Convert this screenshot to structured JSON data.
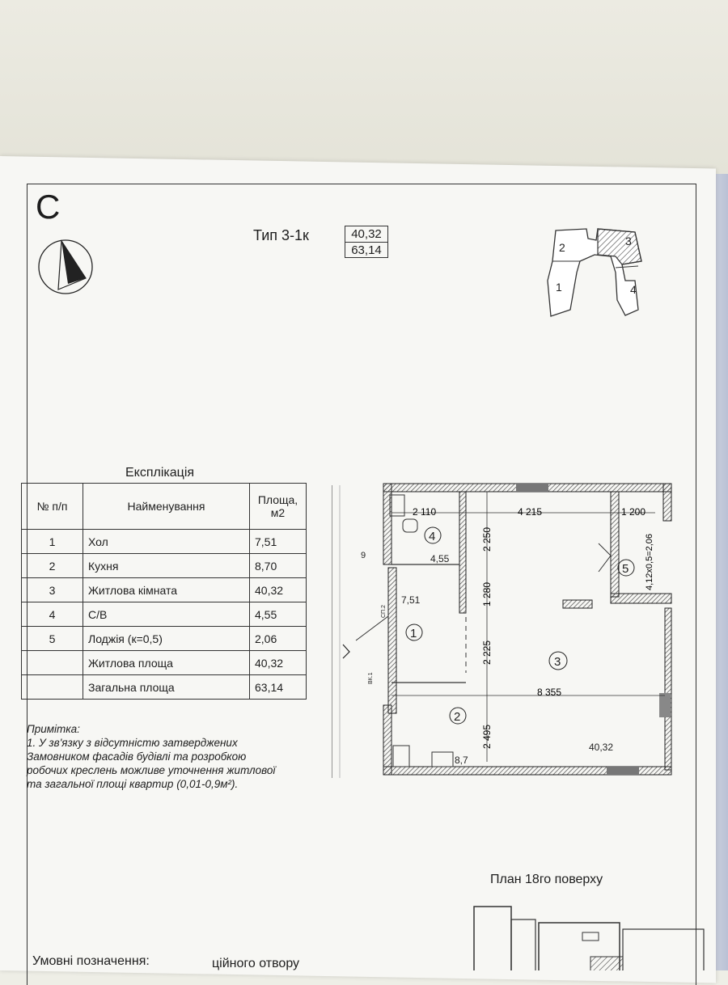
{
  "header": {
    "section_letter": "С",
    "type_label": "Тип 3-1к",
    "area_living": "40,32",
    "area_total": "63,14"
  },
  "key_plan": {
    "sections": [
      "1",
      "2",
      "3",
      "4"
    ]
  },
  "explication": {
    "title": "Експлікація",
    "headers": [
      "№ п/п",
      "Найменування",
      "Площа,",
      "м2"
    ],
    "rows": [
      {
        "num": "1",
        "name": "Хол",
        "area": "7,51"
      },
      {
        "num": "2",
        "name": "Кухня",
        "area": "8,70"
      },
      {
        "num": "3",
        "name": "Житлова кімната",
        "area": "40,32"
      },
      {
        "num": "4",
        "name": "С/В",
        "area": "4,55"
      },
      {
        "num": "5",
        "name": "Лоджія (к=0,5)",
        "area": "2,06"
      },
      {
        "num": "",
        "name": "Житлова площа",
        "area": "40,32"
      },
      {
        "num": "",
        "name": "Загальна площа",
        "area": "63,14"
      }
    ]
  },
  "note": {
    "title": "Примітка:",
    "lines": [
      "1. У зв'язку з відсутністю затверджених",
      "Замовником фасадів будівлі та розробкою",
      "робочих креслень можливе уточнення житлової",
      "та загальної площі квартир (0,01-0,9м²)."
    ]
  },
  "plan": {
    "dims": [
      "2 110",
      "4 215",
      "1 200",
      "2 250",
      "1 280",
      "2 225",
      "2 495",
      "8 355",
      "4,12x0,5=2,06"
    ],
    "room_labels": [
      "1",
      "2",
      "3",
      "4",
      "5"
    ],
    "area_labels": [
      "4,55",
      "7,51",
      "8,7",
      "40,32"
    ],
    "small_labels": [
      "9",
      "СП.2",
      "ВК.1"
    ]
  },
  "floor_label": "План 18го поверху",
  "legend": {
    "title": "Умовні позначення:",
    "partial": "ційного отвору"
  }
}
